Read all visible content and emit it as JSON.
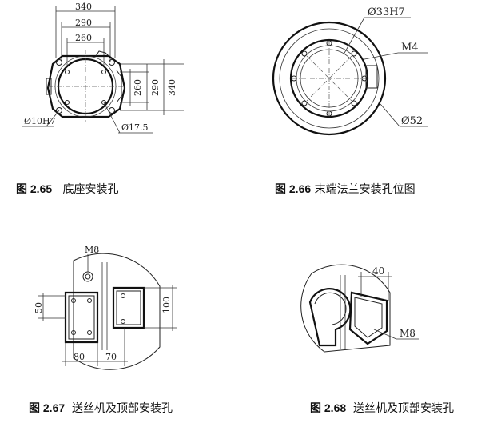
{
  "fig265": {
    "dims": {
      "d340": "340",
      "d290": "290",
      "d260": "260",
      "v260": "260",
      "v290": "290",
      "v340": "340",
      "hole": "Ø10H7",
      "bolt": "Ø17.5"
    },
    "caption_num": "图 2.65",
    "caption_text": "底座安装孔"
  },
  "fig266": {
    "dims": {
      "bore": "Ø33H7",
      "thread": "M4",
      "outer": "Ø52"
    },
    "caption_num": "图 2.66",
    "caption_text": "末端法兰安装孔位图"
  },
  "fig267": {
    "dims": {
      "thread": "M8",
      "v50": "50",
      "v100": "100",
      "h80": "80",
      "h70": "70"
    },
    "caption_num": "图 2.67",
    "caption_text": "送丝机及顶部安装孔"
  },
  "fig268": {
    "dims": {
      "h40": "40",
      "thread": "M8"
    },
    "caption_num": "图 2.68",
    "caption_text": "送丝机及顶部安装孔"
  }
}
